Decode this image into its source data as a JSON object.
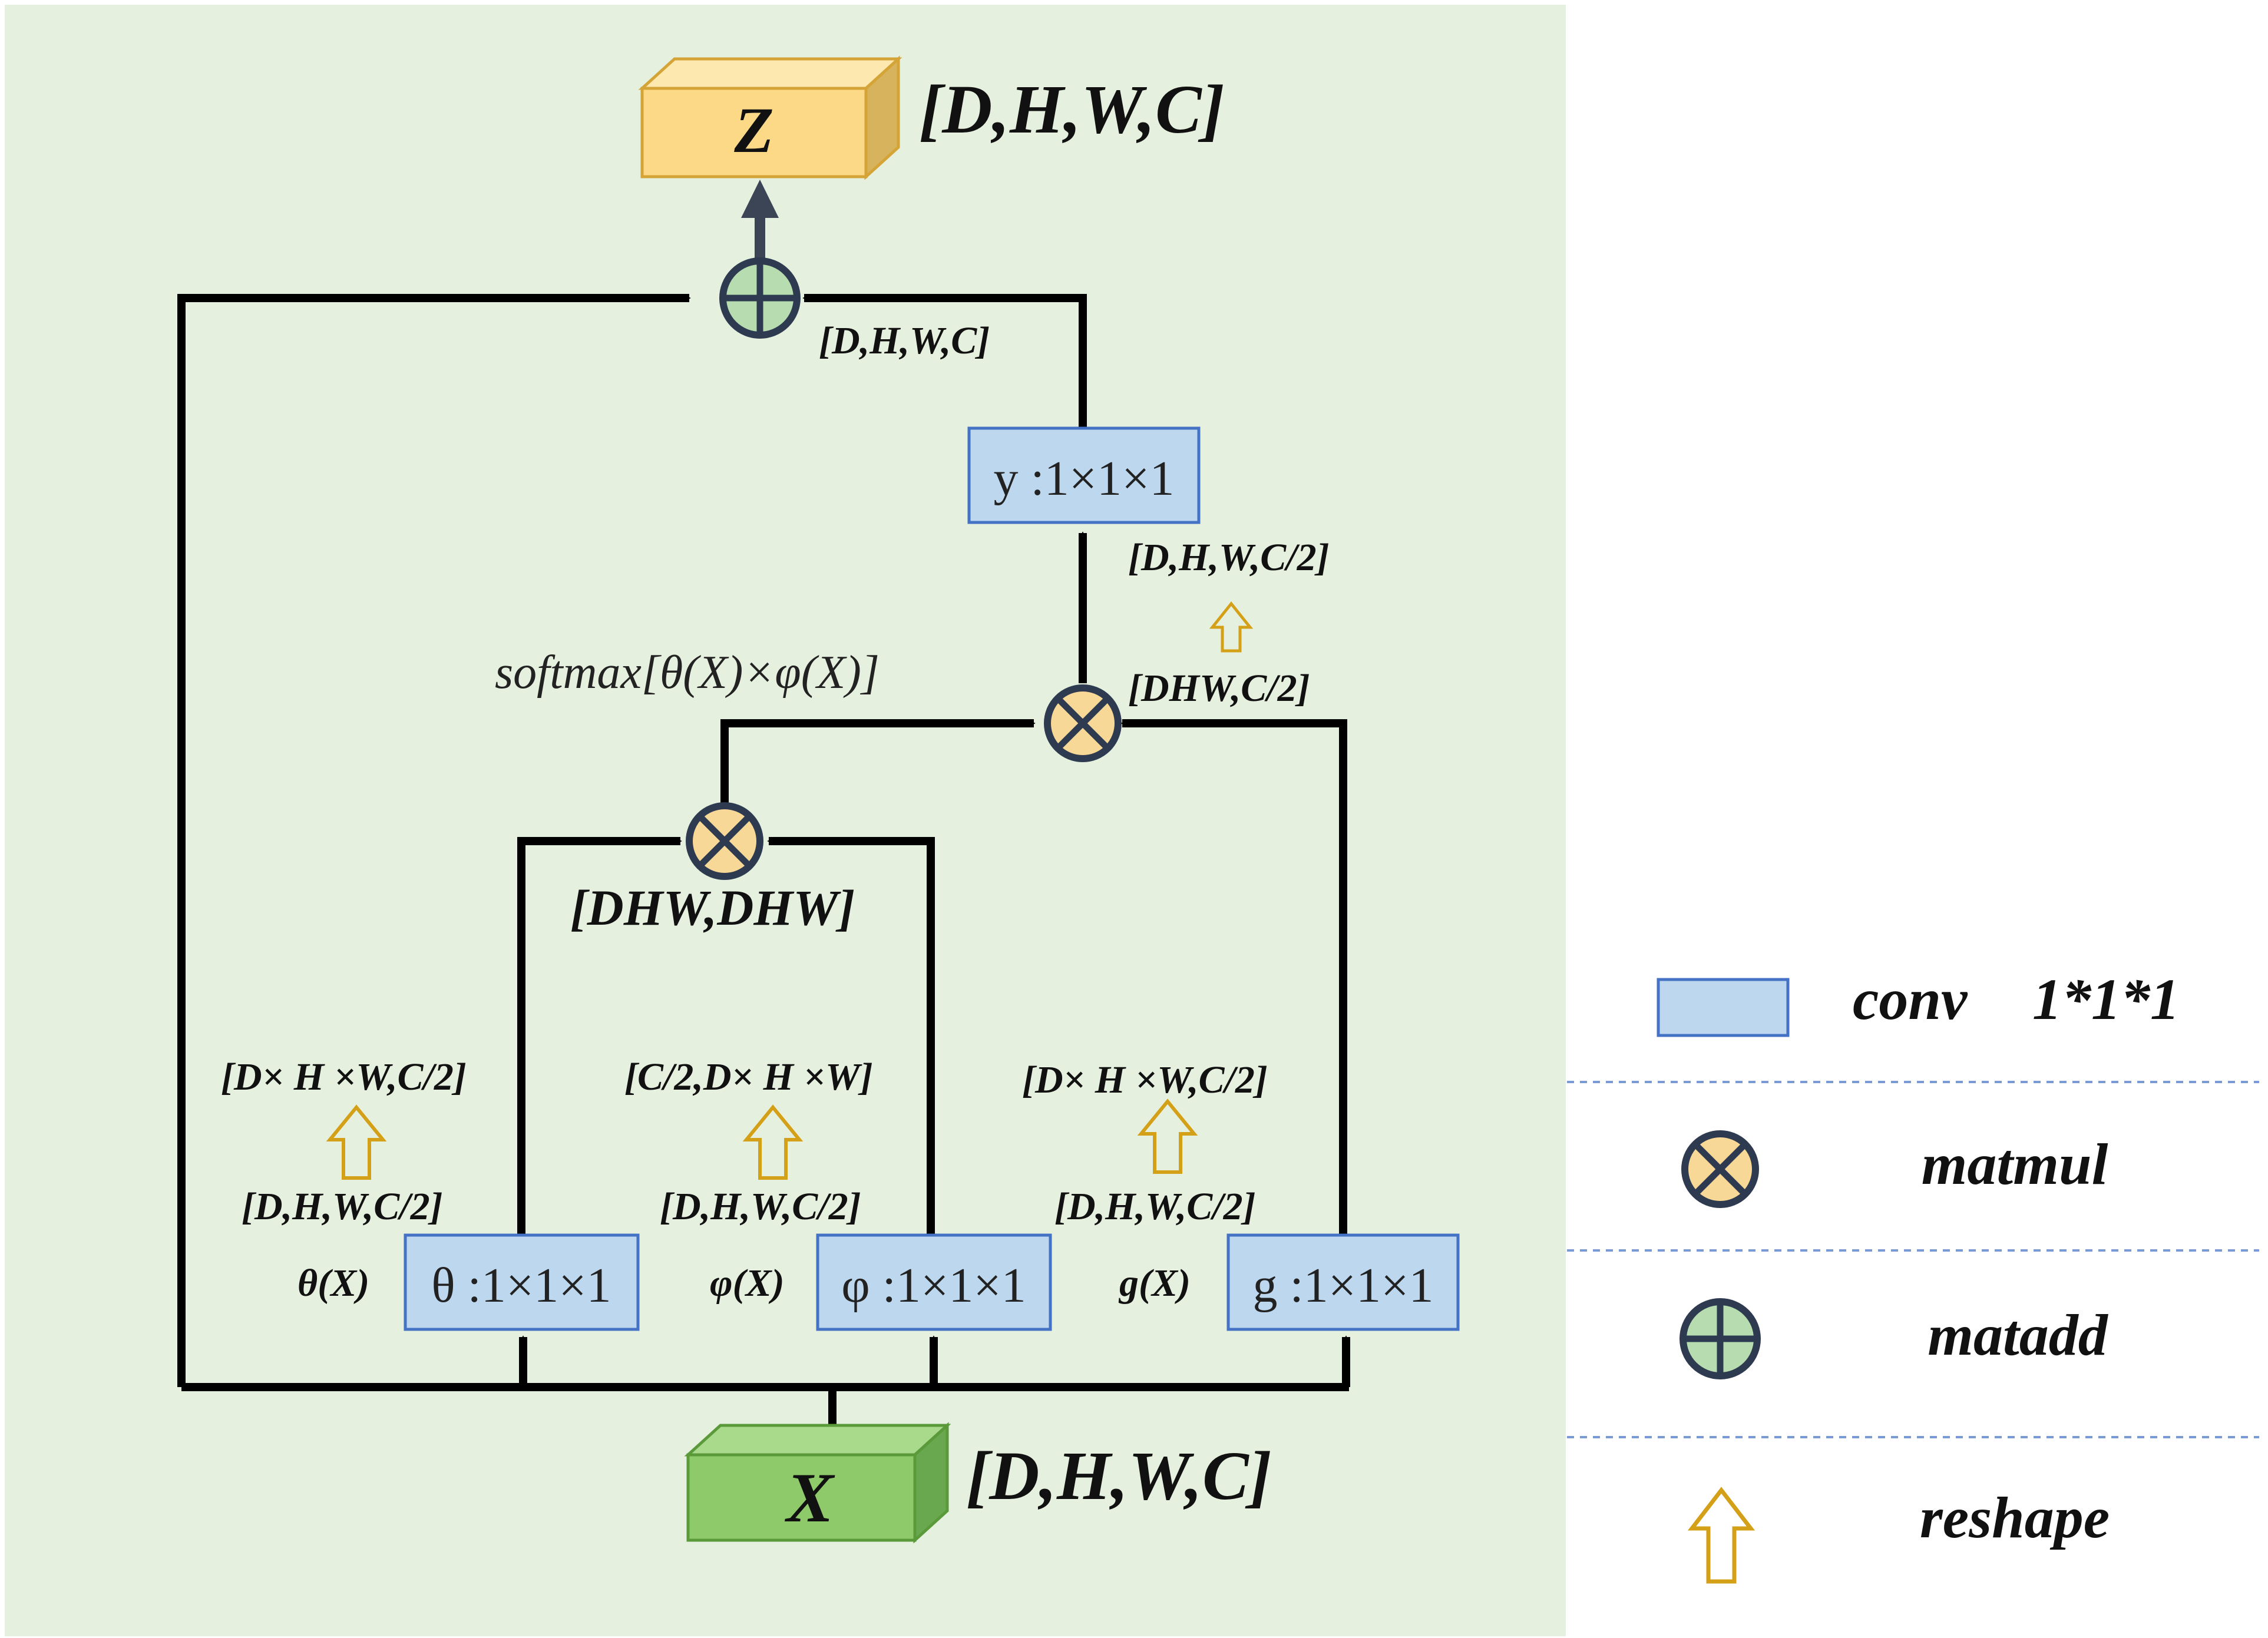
{
  "colors": {
    "panel_bg": "#e6f0df",
    "conv_fill": "#bdd7ee",
    "conv_stroke": "#4472c4",
    "matmul_fill": "#f8d896",
    "matadd_fill": "#b6dcaf",
    "operator_stroke": "#2e3a4f",
    "reshape_stroke": "#d4a017",
    "input_block": "#8fca6a",
    "output_block": "#fbd987",
    "line": "#000000"
  },
  "blocks": {
    "input": {
      "label": "X",
      "shape": "[D,H,W,C]"
    },
    "output": {
      "label": "Z",
      "shape": "[D,H,W,C]"
    }
  },
  "convs": {
    "theta": {
      "label": "θ :1×1×1",
      "func": "θ(X)",
      "shape_before": "[D,H,W,C/2]",
      "shape_after": "[D× H ×W,C/2]"
    },
    "phi": {
      "label": "φ :1×1×1",
      "func": "φ(X)",
      "shape_before": "[D,H,W,C/2]",
      "shape_after": "[C/2,D× H ×W]"
    },
    "g": {
      "label": "g :1×1×1",
      "func": "g(X)",
      "shape_before": "[D,H,W,C/2]",
      "shape_after": "[D× H ×W,C/2]"
    },
    "y": {
      "label": "y :1×1×1"
    }
  },
  "annotations": {
    "attention_shape": "[DHW,DHW]",
    "softmax": "softmax[θ(X)×φ(X)]",
    "matmul2_shape": "[DHW,C/2]",
    "y_in_shape": "[D,H,W,C/2]",
    "add_in_shape": "[D,H,W,C]"
  },
  "legend": {
    "conv": {
      "name": "conv",
      "size": "1*1*1"
    },
    "matmul": "matmul",
    "matadd": "matadd",
    "reshape": "reshape"
  },
  "icons": [
    "matmul-icon",
    "matadd-icon",
    "reshape-arrow-icon"
  ]
}
